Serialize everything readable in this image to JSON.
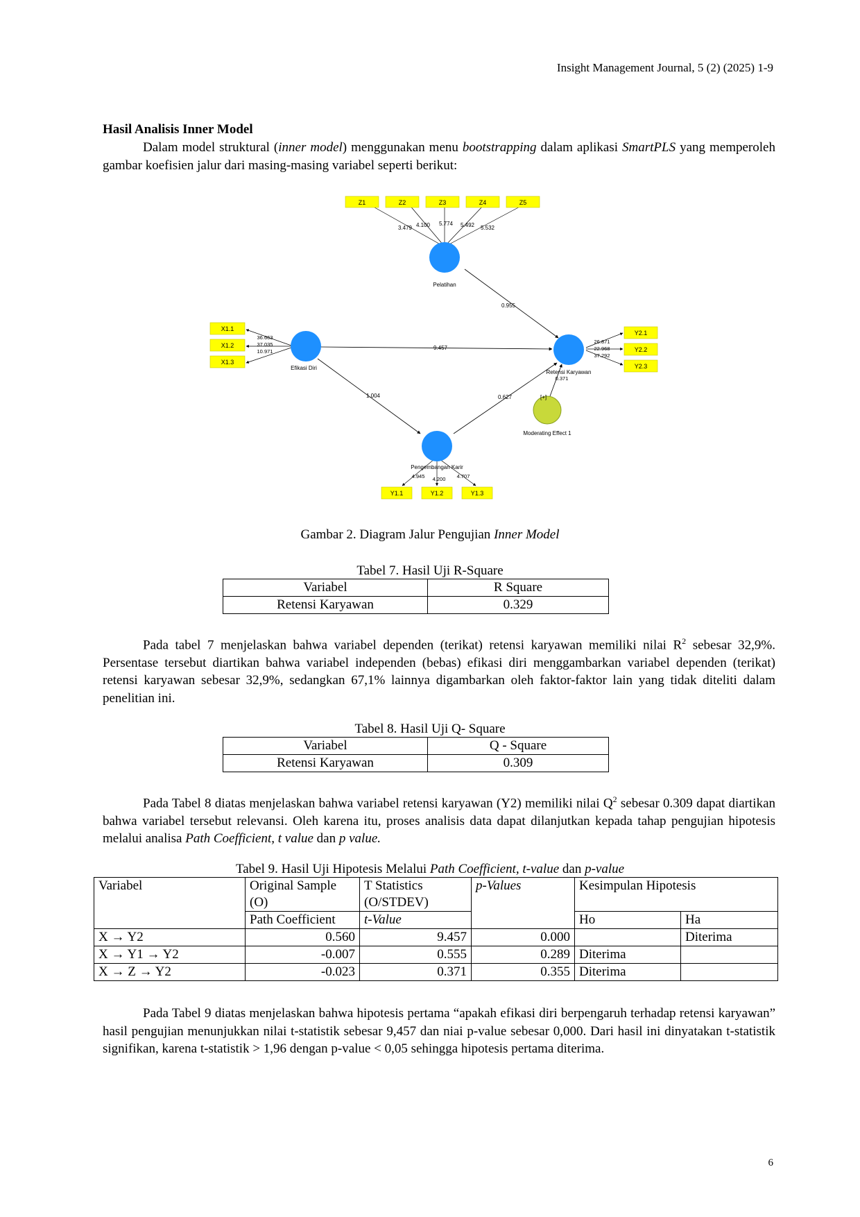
{
  "header": {
    "running_title": "Insight Management Journal, 5 (2) (2025) 1-9"
  },
  "section": {
    "title": "Hasil Analisis Inner Model"
  },
  "intro": {
    "t1": "Dalam model struktural (",
    "i1": "inner model",
    "t2": ") menggunakan menu ",
    "i2": "bootstrapping",
    "t3": " dalam aplikasi ",
    "i3": "SmartPLS",
    "t4": " yang memperoleh gambar koefisien jalur dari masing-masing variabel seperti berikut:"
  },
  "figure": {
    "caption_prefix": "Gambar 2. Diagram Jalur Pengujian ",
    "caption_italic": "Inner Model",
    "constructs": {
      "pelatihan": "Pelatihan",
      "efikasi": "Efikasi Diri",
      "retensi": "Retensi Karyawan",
      "pengembangan": "Pengembangan Karir",
      "moderating": "Moderating Effect 1",
      "moderating_mark": "[+]"
    },
    "indicators": {
      "z": [
        "Z1",
        "Z2",
        "Z3",
        "Z4",
        "Z5"
      ],
      "x": [
        "X1.1",
        "X1.2",
        "X1.3"
      ],
      "y2": [
        "Y2.1",
        "Y2.2",
        "Y2.3"
      ],
      "y1": [
        "Y1.1",
        "Y1.2",
        "Y1.3"
      ]
    },
    "loadings": {
      "z": [
        "3.479",
        "4.100",
        "5.774",
        "5.492",
        "5.532"
      ],
      "x": [
        "36.663",
        "37.035",
        "10.971"
      ],
      "y2": [
        "26.871",
        "22.968",
        "37.292"
      ],
      "y1": [
        "4.945",
        "4.200",
        "4.707"
      ]
    },
    "paths": {
      "pelatihan_retensi": "0.955",
      "efikasi_retensi": "9.457",
      "efikasi_pengembangan": "1.004",
      "pengembangan_retensi": "0.627",
      "moderating_retensi": "0.371"
    }
  },
  "table7": {
    "caption": "Tabel 7. Hasil Uji R-Square",
    "headers": [
      "Variabel",
      "R Square"
    ],
    "row": [
      "Retensi Karyawan",
      "0.329"
    ]
  },
  "para7": {
    "a": "Pada tabel 7 menjelaskan bahwa variabel dependen (terikat) retensi karyawan memiliki nilai R",
    "sup": "2",
    "b": " sebesar 32,9%. Persentase tersebut diartikan bahwa variabel independen (bebas) efikasi diri menggambarkan variabel dependen (terikat) retensi karyawan sebesar 32,9%, sedangkan 67,1% lainnya digambarkan oleh faktor-faktor lain yang tidak diteliti dalam penelitian ini."
  },
  "table8": {
    "caption": "Tabel 8. Hasil Uji Q- Square",
    "headers": [
      "Variabel",
      "Q - Square"
    ],
    "row": [
      "Retensi Karyawan",
      "0.309"
    ]
  },
  "para8": {
    "a": "Pada Tabel 8 diatas menjelaskan bahwa variabel retensi karyawan (Y2) memiliki nilai Q",
    "sup": "2",
    "b": " sebesar 0.309 dapat diartikan bahwa variabel tersebut relevansi. Oleh karena itu, proses analisis data dapat dilanjutkan kepada tahap pengujian hipotesis melalui analisa ",
    "i1": "Path Coefficient, t value",
    "c": " dan ",
    "i2": "p value."
  },
  "table9": {
    "caption_a": "Tabel 9. Hasil Uji Hipotesis Melalui ",
    "caption_i1": "Path Coefficient, t-value",
    "caption_b": " dan ",
    "caption_i2": "p-value",
    "h_variabel": "Variabel",
    "h_original_1": "Original Sample",
    "h_original_2": "(O)",
    "h_tstat_1": "T Statistics",
    "h_tstat_2": "(O/STDEV)",
    "h_pvalues": "p-Values",
    "h_kesimpulan": "Kesimpulan Hipotesis",
    "h_path": "Path Coefficient",
    "h_tvalue": "t-Value",
    "h_ho": "Ho",
    "h_ha": "Ha",
    "rows": [
      {
        "variabel": "X → Y2",
        "path": "0.560",
        "t": "9.457",
        "p": "0.000",
        "ho": "",
        "ha": "Diterima"
      },
      {
        "variabel": "X → Y1 → Y2",
        "path": "-0.007",
        "t": "0.555",
        "p": "0.289",
        "ho": "Diterima",
        "ha": ""
      },
      {
        "variabel": "X → Z → Y2",
        "path": "-0.023",
        "t": "0.371",
        "p": "0.355",
        "ho": "Diterima",
        "ha": ""
      }
    ]
  },
  "para9": {
    "text": "Pada Tabel 9 diatas menjelaskan bahwa hipotesis pertama “apakah efikasi diri berpengaruh terhadap retensi karyawan” hasil pengujian menunjukkan nilai t-statistik sebesar 9,457 dan niai p-value sebesar 0,000. Dari hasil ini dinyatakan t-statistik signifikan, karena t-statistik > 1,96 dengan p-value < 0,05 sehingga hipotesis pertama diterima."
  },
  "page": {
    "number": "6"
  },
  "colors": {
    "construct": "#1e90ff",
    "indicator": "#ffff00",
    "moderator": "#c8d93a"
  }
}
